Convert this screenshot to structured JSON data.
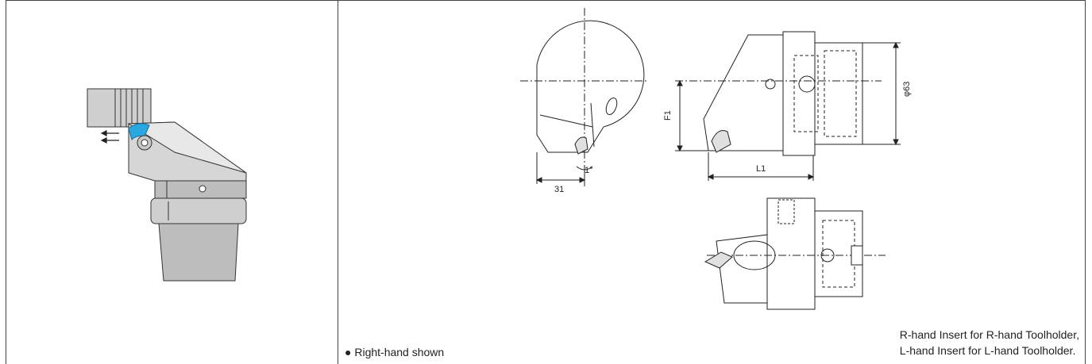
{
  "notes": {
    "right_hand_shown": "● Right-hand shown",
    "insert_line1": "R-hand Insert for R-hand Toolholder,",
    "insert_line2": "L-hand Insert for L-hand Toolholder."
  },
  "dimensions": {
    "d31": "31",
    "angle": "1°",
    "f1": "F1",
    "l1": "L1",
    "dia63": "φ63"
  },
  "colors": {
    "metal_light": "#d9d9d9",
    "metal_mid": "#bdbdbd",
    "metal_dark": "#8c8c8c",
    "insert_blue": "#2aa7e0",
    "line": "#222222"
  }
}
